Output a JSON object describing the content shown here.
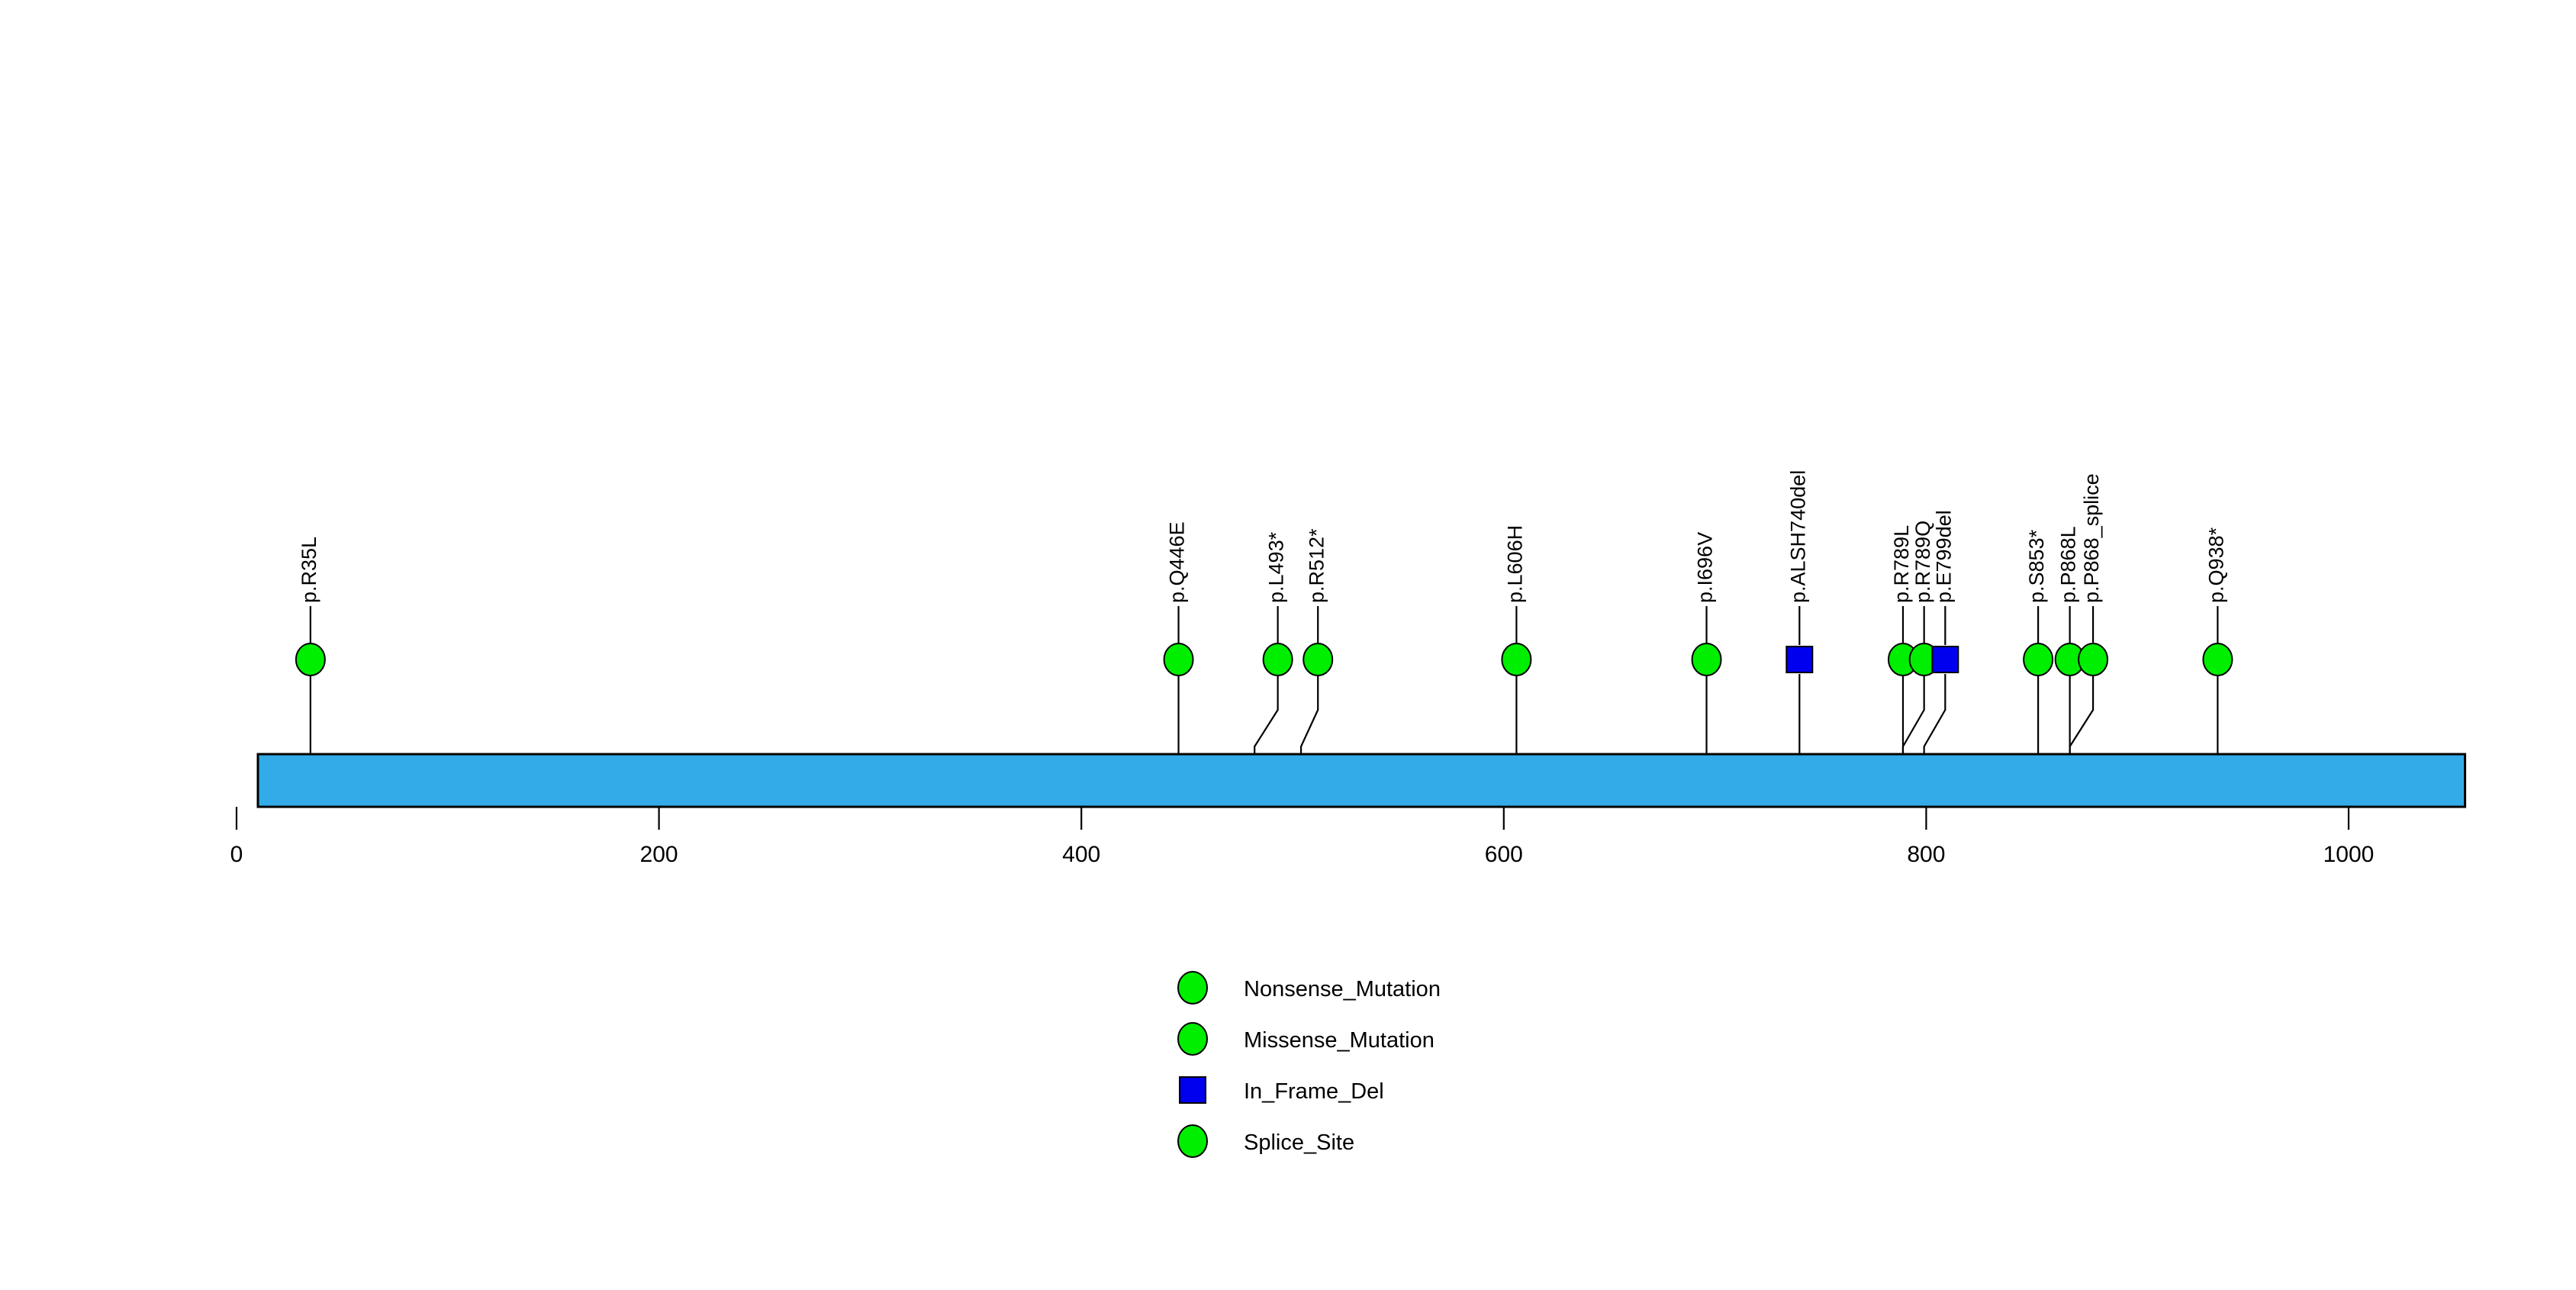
{
  "chart_data": {
    "type": "lollipop",
    "title": "",
    "xlabel": "",
    "ylabel": "",
    "xlim": [
      0,
      1045
    ],
    "axis_ticks": [
      {
        "value": 0,
        "label": "0"
      },
      {
        "value": 200,
        "label": "200"
      },
      {
        "value": 400,
        "label": "400"
      },
      {
        "value": 600,
        "label": "600"
      },
      {
        "value": 800,
        "label": "800"
      },
      {
        "value": 1000,
        "label": "1000"
      }
    ],
    "grid": false,
    "legend_position": "bottom-center",
    "protein": {
      "length": 1045,
      "color": "#33ABE8",
      "border_color": "#000000",
      "domains": []
    },
    "mutations": [
      {
        "label": "p.R35L",
        "position": 35,
        "stem_x": 35,
        "class": "Missense_Mutation",
        "shape": "circle",
        "color": "#00EE00"
      },
      {
        "label": "p.Q446E",
        "position": 446,
        "stem_x": 446,
        "class": "Missense_Mutation",
        "shape": "circle",
        "color": "#00EE00"
      },
      {
        "label": "p.L493*",
        "position": 493,
        "stem_x": 482,
        "class": "Nonsense_Mutation",
        "shape": "circle",
        "color": "#00EE00"
      },
      {
        "label": "p.R512*",
        "position": 512,
        "stem_x": 504,
        "class": "Nonsense_Mutation",
        "shape": "circle",
        "color": "#00EE00"
      },
      {
        "label": "p.L606H",
        "position": 606,
        "stem_x": 606,
        "class": "Missense_Mutation",
        "shape": "circle",
        "color": "#00EE00"
      },
      {
        "label": "p.I696V",
        "position": 696,
        "stem_x": 696,
        "class": "Missense_Mutation",
        "shape": "circle",
        "color": "#00EE00"
      },
      {
        "label": "p.ALSH740del",
        "position": 740,
        "stem_x": 740,
        "class": "In_Frame_Del",
        "shape": "square",
        "color": "#0000EE"
      },
      {
        "label": "p.R789L",
        "position": 789,
        "stem_x": 789,
        "class": "Missense_Mutation",
        "shape": "circle",
        "color": "#00EE00"
      },
      {
        "label": "p.R789Q",
        "position": 799,
        "stem_x": 789,
        "class": "Missense_Mutation",
        "shape": "circle",
        "color": "#00EE00"
      },
      {
        "label": "p.E799del",
        "position": 809,
        "stem_x": 799,
        "class": "In_Frame_Del",
        "shape": "square",
        "color": "#0000EE"
      },
      {
        "label": "p.S853*",
        "position": 853,
        "stem_x": 853,
        "class": "Nonsense_Mutation",
        "shape": "circle",
        "color": "#00EE00"
      },
      {
        "label": "p.P868L",
        "position": 868,
        "stem_x": 868,
        "class": "Missense_Mutation",
        "shape": "circle",
        "color": "#00EE00"
      },
      {
        "label": "p.P868_splice",
        "position": 879,
        "stem_x": 868,
        "class": "Splice_Site",
        "shape": "circle",
        "color": "#00EE00"
      },
      {
        "label": "p.Q938*",
        "position": 938,
        "stem_x": 938,
        "class": "Nonsense_Mutation",
        "shape": "circle",
        "color": "#00EE00"
      }
    ],
    "legend": [
      {
        "label": "Nonsense_Mutation",
        "shape": "circle",
        "color": "#00EE00"
      },
      {
        "label": "Missense_Mutation",
        "shape": "circle",
        "color": "#00EE00"
      },
      {
        "label": "In_Frame_Del",
        "shape": "square",
        "color": "#0000EE"
      },
      {
        "label": "Splice_Site",
        "shape": "circle",
        "color": "#00EE00"
      }
    ]
  }
}
